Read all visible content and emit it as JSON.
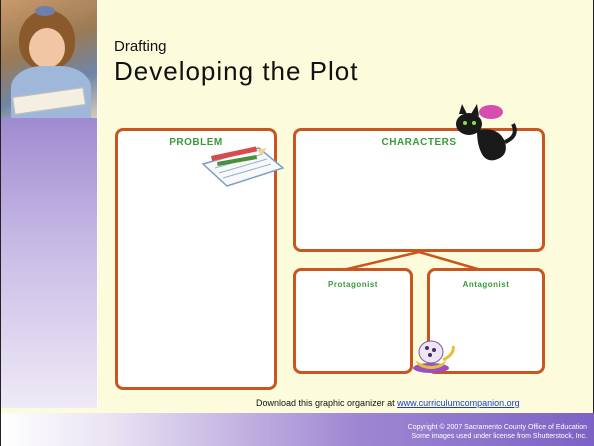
{
  "header": {
    "subtitle": "Drafting",
    "title": "Developing the Plot"
  },
  "organizer": {
    "problem_label": "PROBLEM",
    "characters_label": "CHARACTERS",
    "left_sub_label": "Protagonist",
    "right_sub_label": "Antagonist"
  },
  "footer": {
    "download_text": "Download this graphic organizer at ",
    "download_link": "www.curriculumcompanion.org",
    "copyright_line1": "Copyright © 2007 Sacramento County Office of Education",
    "copyright_line2": "Some images used under license from Shutterstock, Inc."
  },
  "colors": {
    "box_border": "#c8561e",
    "label_green": "#3a9a3a",
    "slide_bg": "#fcfcdc"
  },
  "icons": [
    "girl-reading-photo",
    "paper-pencil-icon",
    "black-cat-icon",
    "magic-lamp-icon"
  ]
}
